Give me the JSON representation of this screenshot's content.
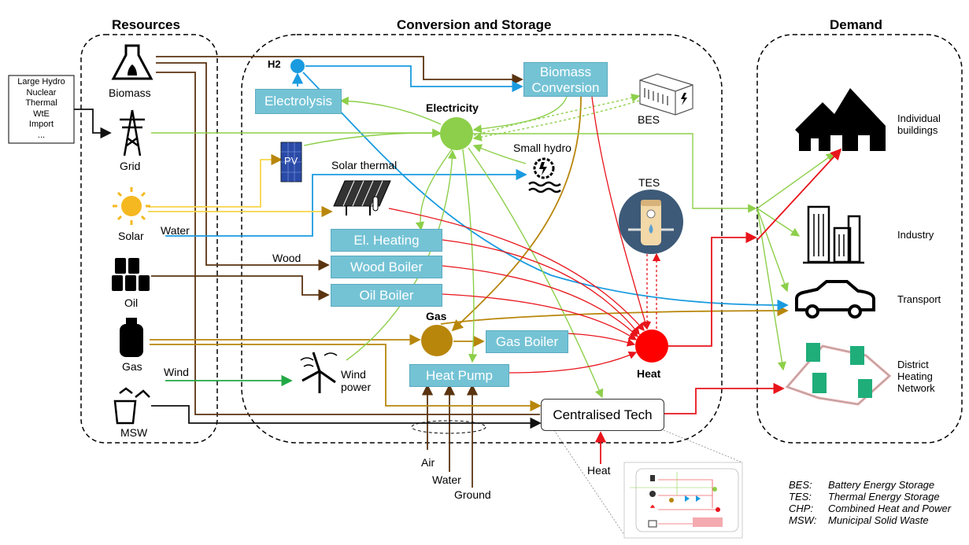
{
  "sections": {
    "resources": "Resources",
    "conversion": "Conversion and Storage",
    "demand": "Demand"
  },
  "import_list": [
    "Large Hydro",
    "Nuclear",
    "Thermal",
    "WtE",
    "Import",
    "..."
  ],
  "resources": {
    "biomass": "Biomass",
    "grid": "Grid",
    "solar": "Solar",
    "oil": "Oil",
    "gas": "Gas",
    "msw": "MSW"
  },
  "conversion": {
    "h2": "H2",
    "electrolysis": "Electrolysis",
    "biomass_conversion_1": "Biomass",
    "biomass_conversion_2": "Conversion",
    "electricity": "Electricity",
    "bes": "BES",
    "small_hydro": "Small hydro",
    "solar_thermal": "Solar thermal",
    "pv": "PV",
    "tes": "TES",
    "el_heating": "El. Heating",
    "wood_boiler": "Wood Boiler",
    "oil_boiler": "Oil Boiler",
    "gas_node": "Gas",
    "gas_boiler": "Gas Boiler",
    "heat_pump": "Heat Pump",
    "heat": "Heat",
    "wind_power_1": "Wind",
    "wind_power_2": "power",
    "centralised_tech": "Centralised Tech"
  },
  "flows": {
    "water_in": "Water",
    "wood": "Wood",
    "wind_in": "Wind",
    "air": "Air",
    "water_hp": "Water",
    "ground": "Ground",
    "heat_in": "Heat"
  },
  "demand": {
    "buildings_1": "Individual",
    "buildings_2": "buildings",
    "industry": "Industry",
    "transport": "Transport",
    "district_1": "District",
    "district_2": "Heating",
    "district_3": "Network"
  },
  "legend": [
    {
      "abbr": "BES:",
      "full": "Battery Energy Storage"
    },
    {
      "abbr": "TES:",
      "full": "Thermal Energy Storage"
    },
    {
      "abbr": "CHP:",
      "full": "Combined Heat and Power"
    },
    {
      "abbr": "MSW:",
      "full": "Municipal Solid Waste"
    }
  ],
  "colors": {
    "electricity": "#8dcf4a",
    "heat": "#e8141b",
    "gas": "#b8860b",
    "biomass": "#5a3310",
    "h2": "#1a9be0",
    "solar": "#f7d54a",
    "wind": "#22a845",
    "box": "#74c3d5"
  }
}
